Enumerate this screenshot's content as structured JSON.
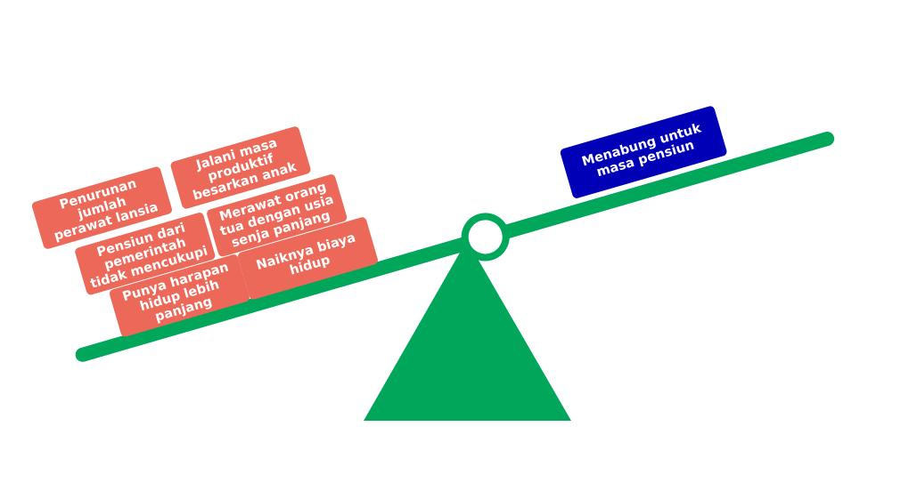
{
  "colors": {
    "beam": "#00a65a",
    "fulcrum": "#00a65a",
    "left_cards": "#ec6859",
    "right_card": "#0000b6",
    "text": "#ffffff"
  },
  "left_side": [
    "Penurunan jumlah\nperawat lansia",
    "Pensiun dari\npemerintah\ntidak mencukupi",
    "Punya harapan\nhidup lebih\npanjang",
    "Jalani masa\nproduktif\nbesarkan anak",
    "Merawat orang\ntua dengan usia\nsenja panjang",
    "Naiknya biaya\nhidup"
  ],
  "right_side": [
    "Menabung untuk\nmasa pensiun"
  ]
}
